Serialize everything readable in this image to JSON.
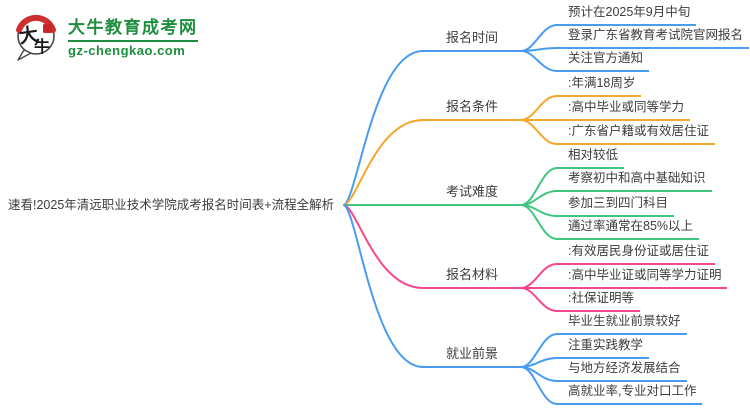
{
  "logo": {
    "title": "大牛教育成考网",
    "domain": "gz-chengkao.com",
    "mark_char_1": "大",
    "mark_char_2": "牛",
    "brand_color": "#1e8e3e"
  },
  "central": {
    "text": "速看!2025年清远职业技术学院成考报名时间表+流程全解析"
  },
  "colors": {
    "blue": "#4a9cf1",
    "orange": "#f5a62c",
    "green": "#3fc57f",
    "pink": "#f7488f",
    "text": "#3d3d3d"
  },
  "branches": [
    {
      "label": "报名时间",
      "color": "#4a9cf1",
      "leaves": [
        "预计在2025年9月中旬",
        "登录广东省教育考试院官网报名",
        "关注官方通知"
      ]
    },
    {
      "label": "报名条件",
      "color": "#f5a62c",
      "leaves": [
        ":年满18周岁",
        ":高中毕业或同等学力",
        ":广东省户籍或有效居住证"
      ]
    },
    {
      "label": "考试难度",
      "color": "#3fc57f",
      "leaves": [
        "相对较低",
        "考察初中和高中基础知识",
        "参加三到四门科目",
        "通过率通常在85%以上"
      ]
    },
    {
      "label": "报名材料",
      "color": "#f7488f",
      "leaves": [
        ":有效居民身份证或居住证",
        ":高中毕业证或同等学力证明",
        ":社保证明等"
      ]
    },
    {
      "label": "就业前景",
      "color": "#4a9cf1",
      "leaves": [
        "毕业生就业前景较好",
        "注重实践教学",
        "与地方经济发展结合",
        "高就业率,专业对口工作"
      ]
    }
  ]
}
